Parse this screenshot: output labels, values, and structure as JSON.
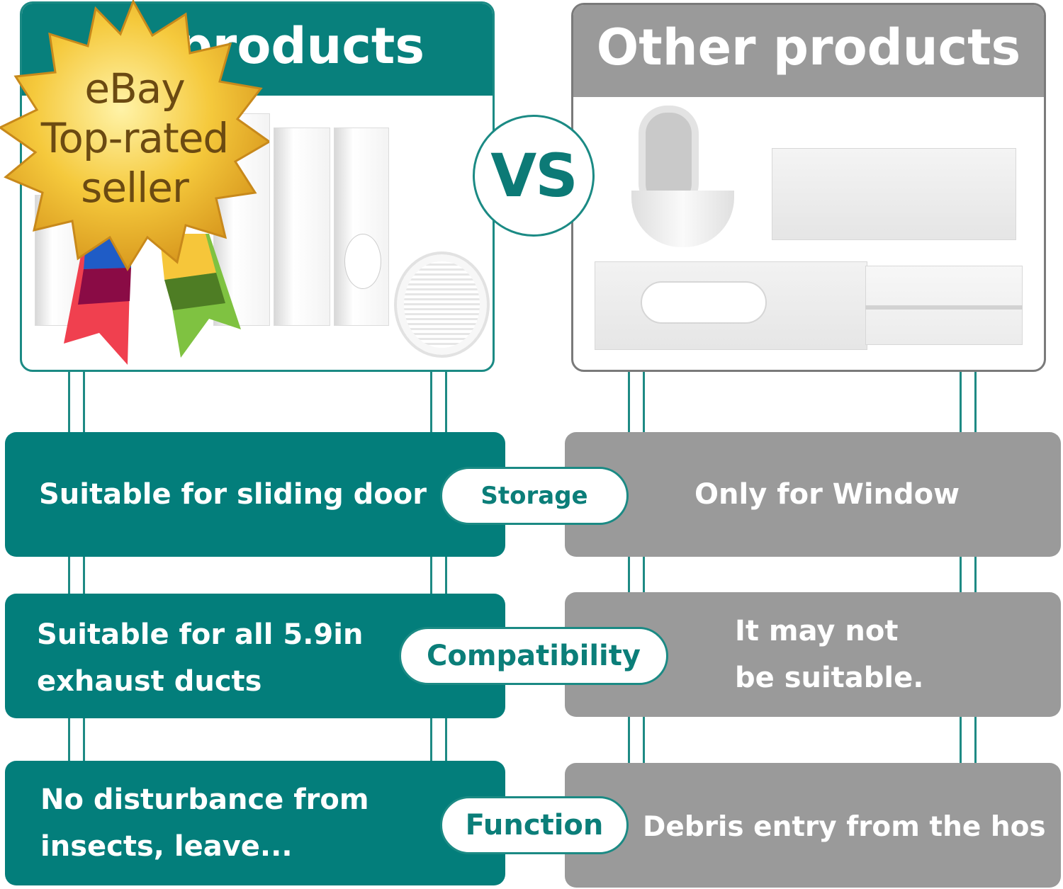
{
  "header": {
    "left_title": "products",
    "right_title": "Other products",
    "vs_label": "VS"
  },
  "badge": {
    "line1": "eBay",
    "line2": "Top-rated",
    "line3": "seller"
  },
  "rows": [
    {
      "category": "Storage",
      "left": "Suitable for sliding door",
      "right": "Only for Window"
    },
    {
      "category": "Compatibility",
      "left": "Suitable for all 5.9in\nexhaust ducts",
      "right": "It may not\nbe suitable."
    },
    {
      "category": "Function",
      "left": "No disturbance from\ninsects, leave...",
      "right": "Debris entry from the hos"
    }
  ],
  "colors": {
    "teal": "#037e7b",
    "gray": "#9a9a9a",
    "badge_gold": "#f2c23a"
  }
}
